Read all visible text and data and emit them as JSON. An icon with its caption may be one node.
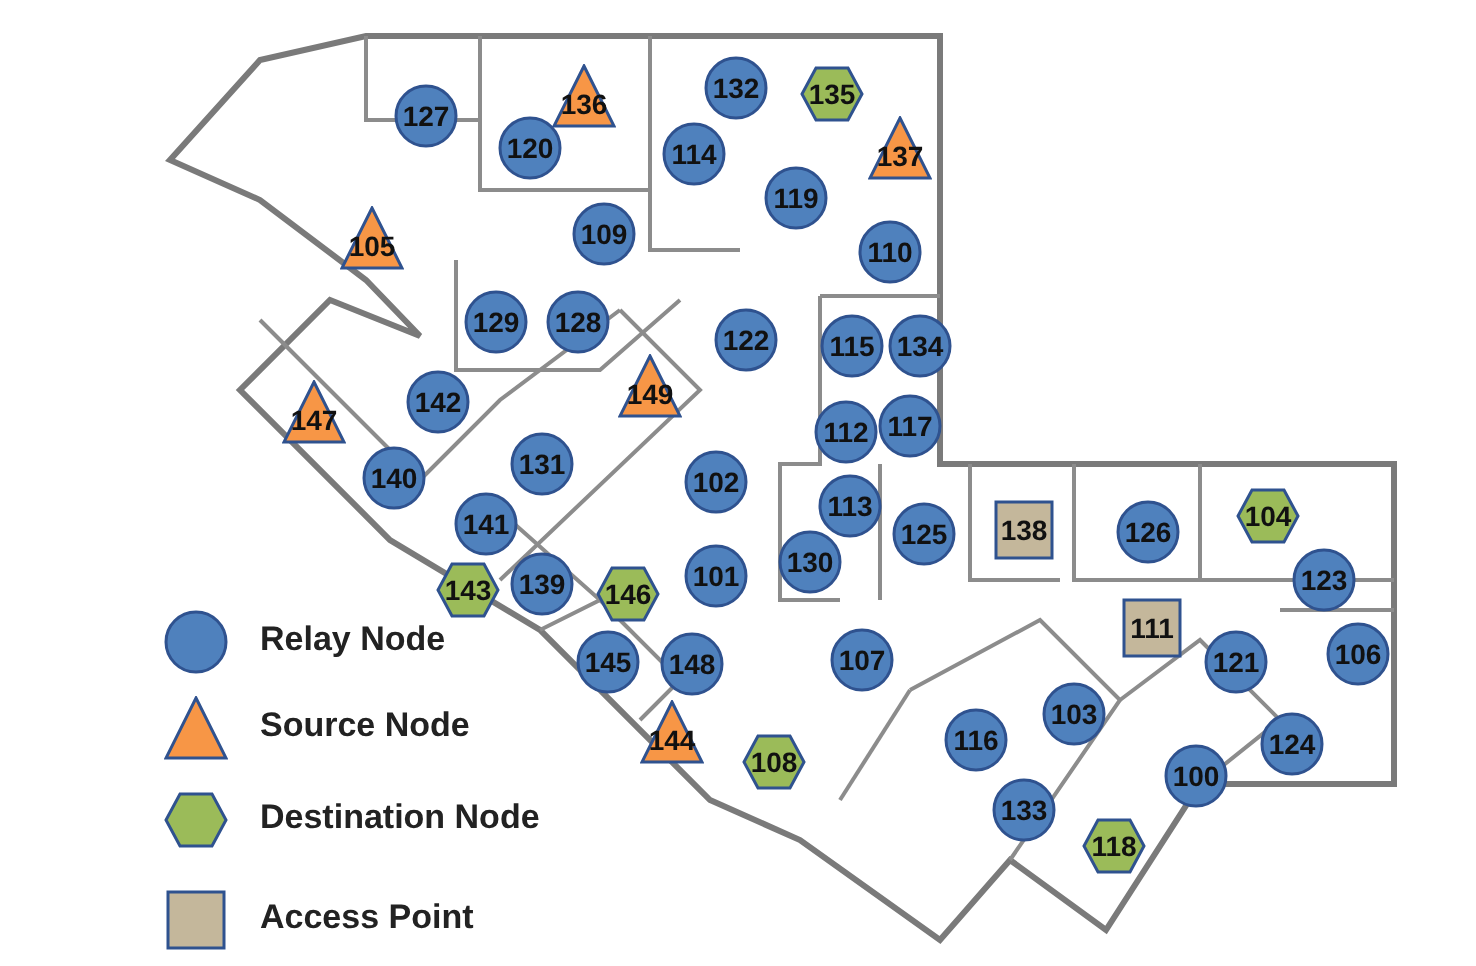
{
  "diagram": {
    "nodes": [
      {
        "text": [
          "127"
        ]
      },
      {
        "text": [
          "136"
        ]
      },
      {
        "text": [
          "120"
        ]
      },
      {
        "text": [
          "132"
        ]
      },
      {
        "text": [
          "135"
        ]
      },
      {
        "text": [
          "114"
        ]
      },
      {
        "text": [
          "137"
        ]
      },
      {
        "text": [
          "119"
        ]
      },
      {
        "text": [
          "105"
        ]
      },
      {
        "text": [
          "109"
        ]
      },
      {
        "text": [
          "110"
        ]
      },
      {
        "text": [
          "129"
        ]
      },
      {
        "text": [
          "128"
        ]
      },
      {
        "text": [
          "122"
        ]
      },
      {
        "text": [
          "115"
        ]
      },
      {
        "text": [
          "134"
        ]
      },
      {
        "text": [
          "149"
        ]
      },
      {
        "text": [
          "147"
        ]
      },
      {
        "text": [
          "142"
        ]
      },
      {
        "text": [
          "112"
        ]
      },
      {
        "text": [
          "117"
        ]
      },
      {
        "text": [
          "131"
        ]
      },
      {
        "text": [
          "140"
        ]
      },
      {
        "text": [
          "102"
        ]
      },
      {
        "text": [
          "141"
        ]
      },
      {
        "text": [
          "113"
        ]
      },
      {
        "text": [
          "125"
        ]
      },
      {
        "text": [
          "138"
        ]
      },
      {
        "text": [
          "126"
        ]
      },
      {
        "text": [
          "104"
        ]
      },
      {
        "text": [
          "130"
        ]
      },
      {
        "text": [
          "143"
        ]
      },
      {
        "text": [
          "139"
        ]
      },
      {
        "text": [
          "146"
        ]
      },
      {
        "text": [
          "101"
        ]
      },
      {
        "text": [
          "123"
        ]
      },
      {
        "text": [
          "111"
        ]
      },
      {
        "text": [
          "145"
        ]
      },
      {
        "text": [
          "148"
        ]
      },
      {
        "text": [
          "107"
        ]
      },
      {
        "text": [
          "121"
        ]
      },
      {
        "text": [
          "106"
        ]
      },
      {
        "text": [
          "103"
        ]
      },
      {
        "text": [
          "144"
        ]
      },
      {
        "text": [
          "116"
        ]
      },
      {
        "text": [
          "108"
        ]
      },
      {
        "text": [
          "124"
        ]
      },
      {
        "text": [
          "100"
        ]
      },
      {
        "text": [
          "133"
        ]
      },
      {
        "text": [
          "118"
        ]
      }
    ],
    "legend": [
      {
        "text": "Relay Node",
        "color": "#4f81bd"
      },
      {
        "text": "Source Node",
        "color": "#f79646"
      },
      {
        "text": "Destination Node",
        "color": "#9bbb59"
      },
      {
        "text": "Access Point",
        "color": "#c4b79b"
      }
    ]
  }
}
